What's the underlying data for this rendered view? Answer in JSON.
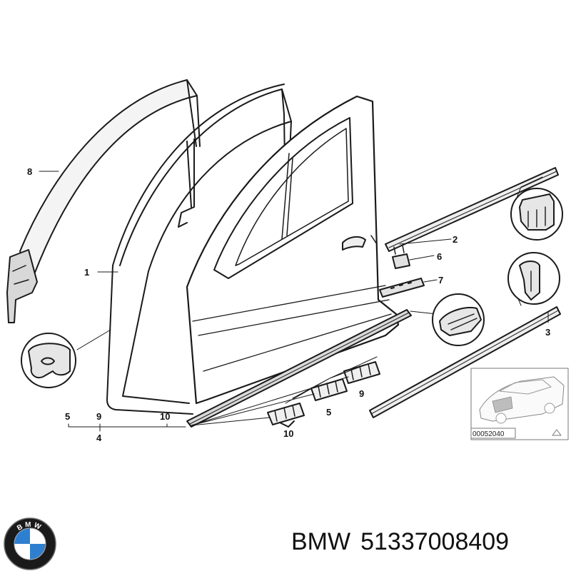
{
  "callouts": {
    "c1": "1",
    "c2": "2",
    "c3": "3",
    "c4": "4",
    "c5a": "5",
    "c5b": "5",
    "c6": "6",
    "c7": "7",
    "c8": "8",
    "c9a": "9",
    "c9b": "9",
    "c10a": "10",
    "c10b": "10"
  },
  "inset": {
    "reference_code": "00052040"
  },
  "caption": {
    "brand": "BMW",
    "part_number": "51337008409"
  },
  "logo": {
    "letters": "BMW",
    "colors": {
      "ring": "#1a1a1a",
      "blue": "#2f7fd0",
      "white": "#ffffff"
    }
  }
}
